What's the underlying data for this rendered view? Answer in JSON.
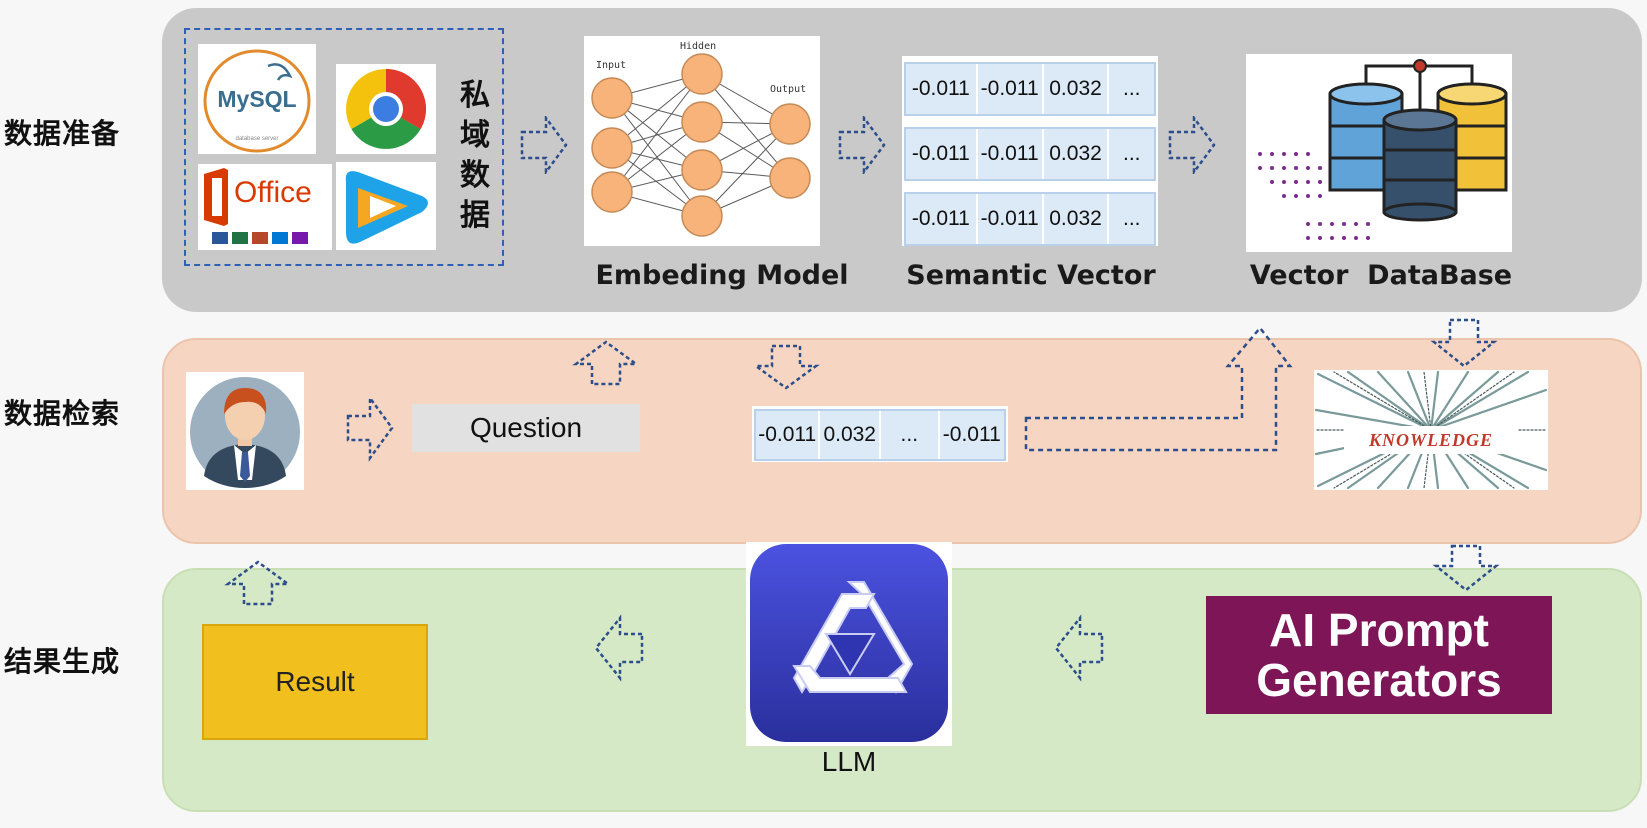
{
  "rows": {
    "prep": "数据准备",
    "retrieval": "数据检索",
    "generation": "结果生成"
  },
  "sources": {
    "mysql": "MySQL",
    "office": "Office",
    "private_data": [
      "私",
      "域",
      "数",
      "据"
    ],
    "icons": [
      "mysql-icon",
      "chrome-icon",
      "office-icon",
      "video-app-icon"
    ]
  },
  "nn": {
    "input_label": "Input",
    "hidden_label": "Hidden",
    "output_label": "Output"
  },
  "captions": {
    "embedding": "Embeding Model",
    "semantic": "Semantic Vector",
    "vector_db": "Vector  DataBase",
    "llm": "LLM"
  },
  "semantic_vectors": [
    [
      "-0.011",
      "-0.011",
      "0.032",
      "..."
    ],
    [
      "-0.011",
      "-0.011",
      "0.032",
      "..."
    ],
    [
      "-0.011",
      "-0.011",
      "0.032",
      "..."
    ]
  ],
  "question_label": "Question",
  "query_vector": [
    "-0.011",
    "0.032",
    "...",
    "-0.011"
  ],
  "knowledge_label": "KNOWLEDGE",
  "prompt_gen": {
    "line1": "AI Prompt",
    "line2": "Generators"
  },
  "result_label": "Result",
  "colors": {
    "prep_band": "#c9c9c9",
    "retrieval_band": "#f6d6c2",
    "generation_band": "#d6e9c7",
    "arrow": "#2c4e8a",
    "result_fill": "#f2c01e",
    "prompt_fill": "#7d1556",
    "llm_fill": "#3b3fc9"
  }
}
